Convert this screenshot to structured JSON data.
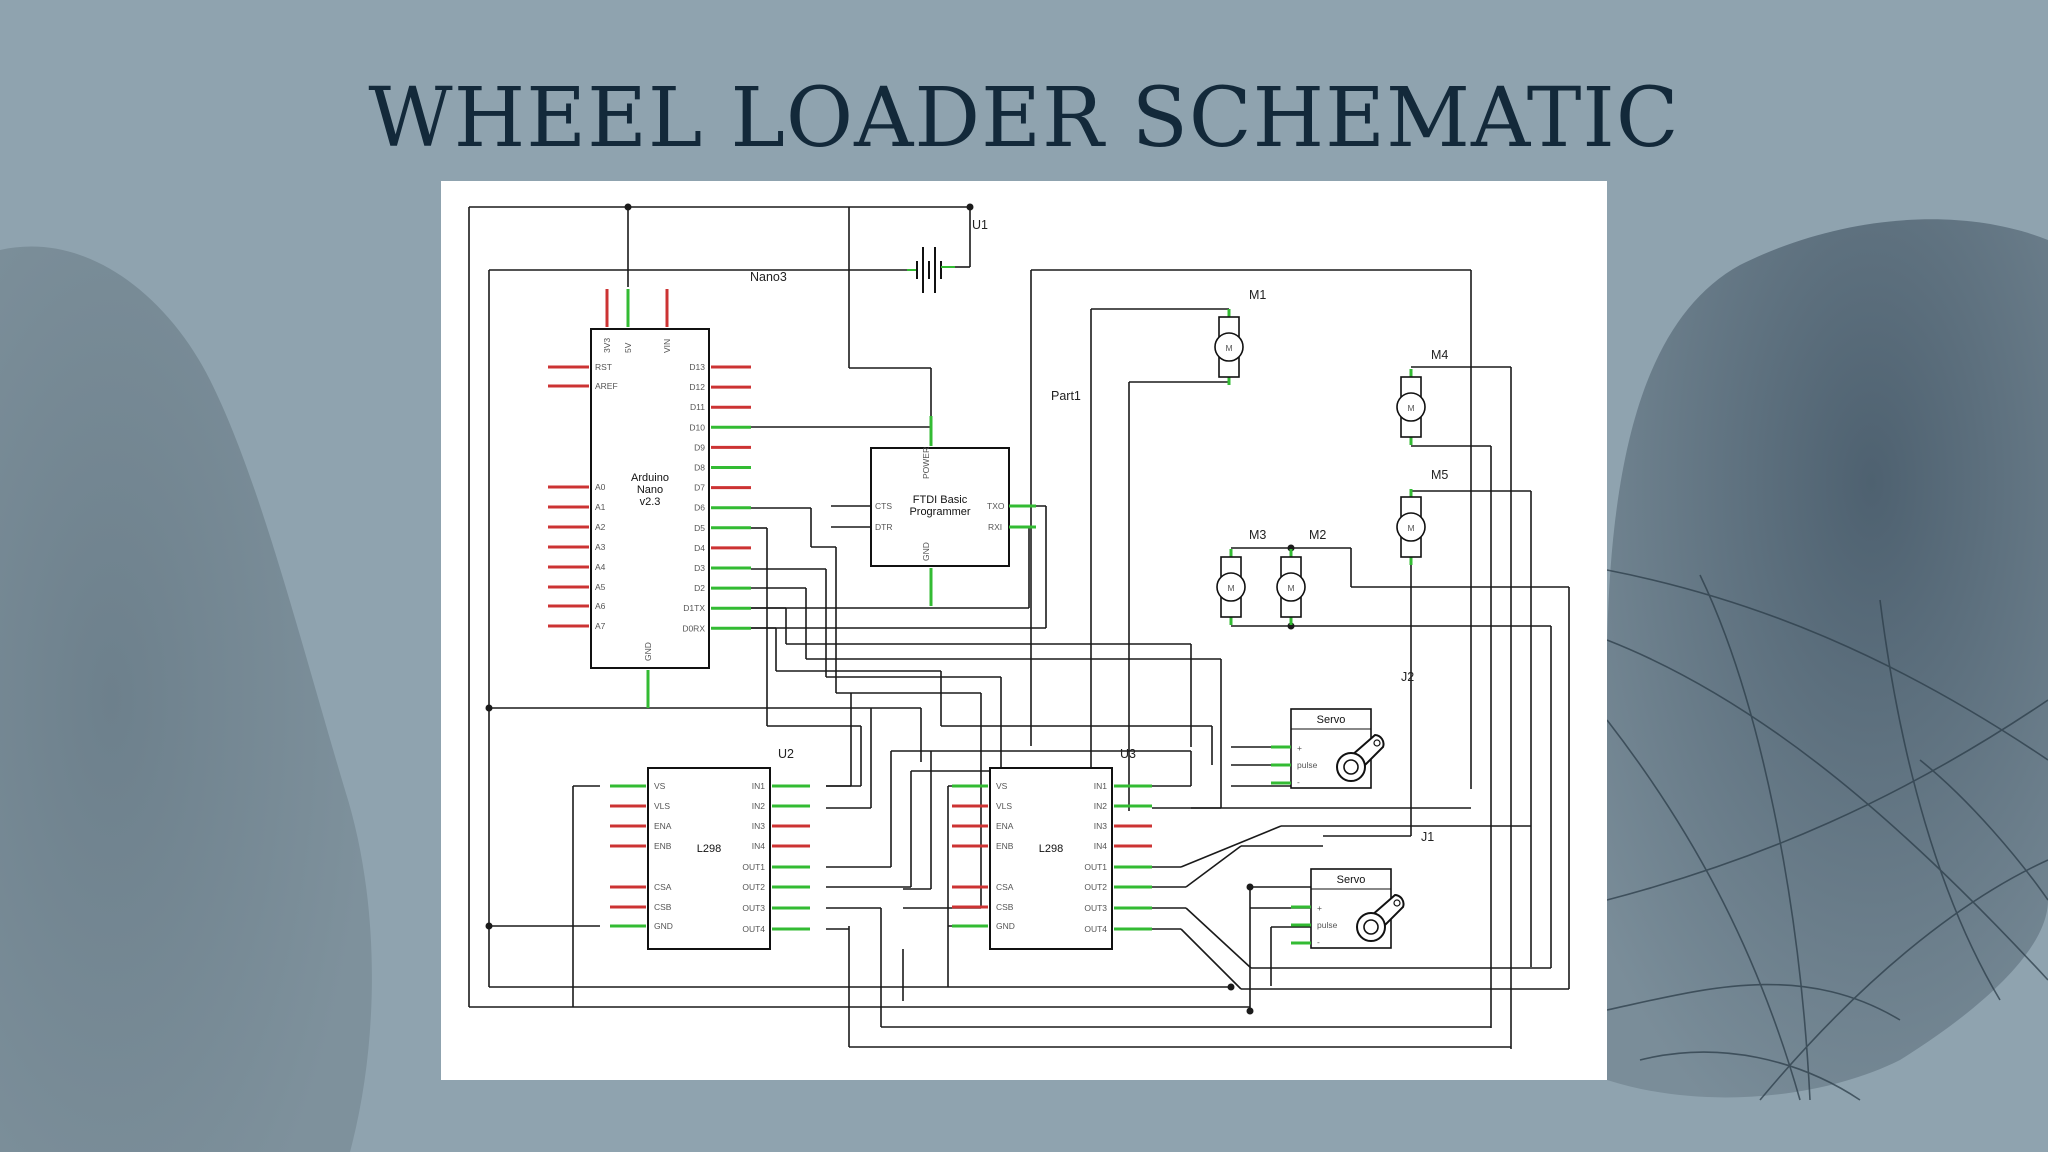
{
  "title": "WHEEL LOADER SCHEMATIC",
  "colors": {
    "background": "#8fa3af",
    "title": "#13293a",
    "wire": "#111111",
    "pin_red": "#cc3333",
    "pin_green": "#33bb33"
  },
  "components": {
    "battery": {
      "ref": "U1"
    },
    "nano_net": {
      "label": "Nano3"
    },
    "ftdi": {
      "ref": "Part1",
      "name_l1": "FTDI Basic",
      "name_l2": "Programmer",
      "pins": {
        "power": "POWER",
        "cts": "CTS",
        "dtr": "DTR",
        "txo": "TXO",
        "rxi": "RXI",
        "gnd": "GND"
      }
    },
    "arduino": {
      "name_l1": "Arduino",
      "name_l2": "Nano",
      "name_l3": "v2.3",
      "top_pins": [
        "3V3",
        "5V",
        "VIN"
      ],
      "left_pins": [
        "RST",
        "AREF",
        "A0",
        "A1",
        "A2",
        "A3",
        "A4",
        "A5",
        "A6",
        "A7"
      ],
      "right_pins": [
        "D13",
        "D12",
        "D11",
        "D10",
        "D9",
        "D8",
        "D7",
        "D6",
        "D5",
        "D4",
        "D3",
        "D2",
        "D1TX",
        "D0RX"
      ],
      "bottom_pin": "GND"
    },
    "u2": {
      "ref": "U2",
      "name": "L298",
      "left_pins": [
        "VS",
        "VLS",
        "ENA",
        "ENB",
        "CSA",
        "CSB",
        "GND"
      ],
      "right_pins": [
        "IN1",
        "IN2",
        "IN3",
        "IN4",
        "OUT1",
        "OUT2",
        "OUT3",
        "OUT4"
      ]
    },
    "u3": {
      "ref": "U3",
      "name": "L298",
      "left_pins": [
        "VS",
        "VLS",
        "ENA",
        "ENB",
        "CSA",
        "CSB",
        "GND"
      ],
      "right_pins": [
        "IN1",
        "IN2",
        "IN3",
        "IN4",
        "OUT1",
        "OUT2",
        "OUT3",
        "OUT4"
      ]
    },
    "motors": [
      {
        "ref": "M1",
        "symbol": "M"
      },
      {
        "ref": "M4",
        "symbol": "M"
      },
      {
        "ref": "M5",
        "symbol": "M"
      },
      {
        "ref": "M3",
        "symbol": "M"
      },
      {
        "ref": "M2",
        "symbol": "M"
      }
    ],
    "servos": [
      {
        "ref": "J2",
        "name": "Servo",
        "plus": "+",
        "pulse": "pulse",
        "minus": "-"
      },
      {
        "ref": "J1",
        "name": "Servo",
        "plus": "+",
        "pulse": "pulse",
        "minus": "-"
      }
    ]
  }
}
